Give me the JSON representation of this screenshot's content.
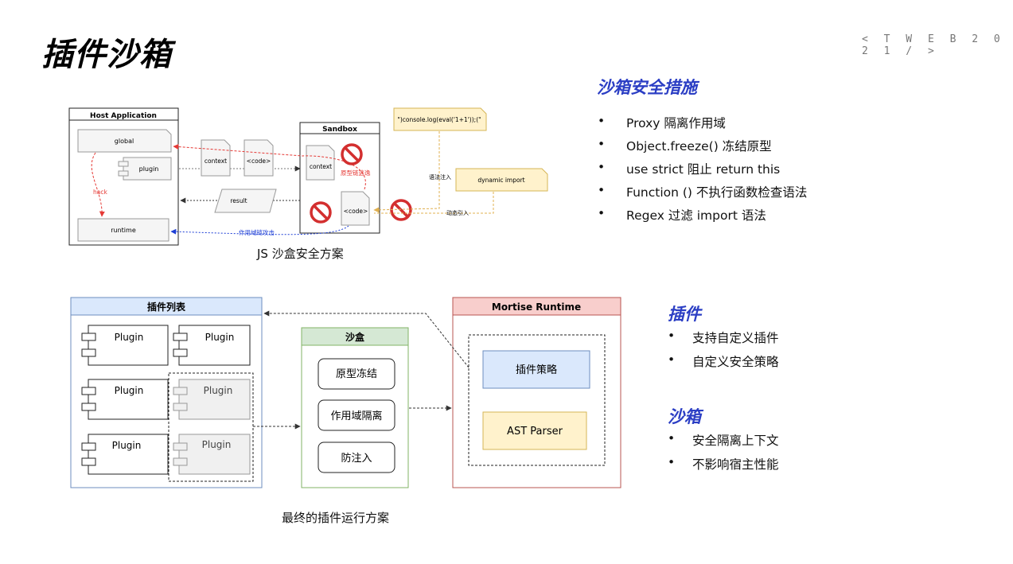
{
  "header": {
    "title": "插件沙箱",
    "tag": "< T W E B 2 0 2 1 / >"
  },
  "top_diagram": {
    "host_title": "Host Application",
    "global": "global",
    "plugin": "plugin",
    "runtime": "runtime",
    "hack": "hack",
    "context_left": "context",
    "code_left": "<code>",
    "result": "result",
    "sandbox_title": "Sandbox",
    "context_inner": "context",
    "code_inner": "<code>",
    "proto_escape": "原型链逃逸",
    "scope_attack": "作用域链攻击",
    "injected_code": "\")console.log(eval('1+1'));(\"",
    "syntax_inject": "语法注入",
    "dynamic_import": "dynamic import",
    "dynamic_import_label": "动态引入",
    "caption": "JS 沙盒安全方案"
  },
  "sandbox_security": {
    "title": "沙箱安全措施",
    "items": [
      "Proxy 隔离作用域",
      "Object.freeze() 冻结原型",
      "use strict 阻止 return this",
      "Function () 不执行函数检查语法",
      "Regex 过滤 import 语法"
    ]
  },
  "bottom_diagram": {
    "plugin_list_title": "插件列表",
    "plugins": [
      "Plugin",
      "Plugin",
      "Plugin",
      "Plugin",
      "Plugin",
      "Plugin"
    ],
    "sandbox_title": "沙盒",
    "sandbox_items": [
      "原型冻结",
      "作用域隔离",
      "防注入"
    ],
    "runtime_title": "Mortise Runtime",
    "plugin_strategy": "插件策略",
    "ast_parser": "AST Parser",
    "caption": "最终的插件运行方案"
  },
  "plugin_section": {
    "title": "插件",
    "items": [
      "支持自定义插件",
      "自定义安全策略"
    ]
  },
  "sandbox_section": {
    "title": "沙箱",
    "items": [
      "安全隔离上下文",
      "不影响宿主性能"
    ]
  },
  "colors": {
    "accent": "#2b3ec4",
    "red": "#e53935",
    "blue": "#1e3fd6",
    "orange": "#e0b050",
    "list_header": "#dae8fc",
    "list_border": "#6c8ebf",
    "sandbox_header": "#d5e8d4",
    "sandbox_border": "#82b366",
    "runtime_header": "#f8cecc",
    "runtime_border": "#b85450",
    "yellow_fill": "#fff2cc",
    "yellow_border": "#d6b656"
  }
}
